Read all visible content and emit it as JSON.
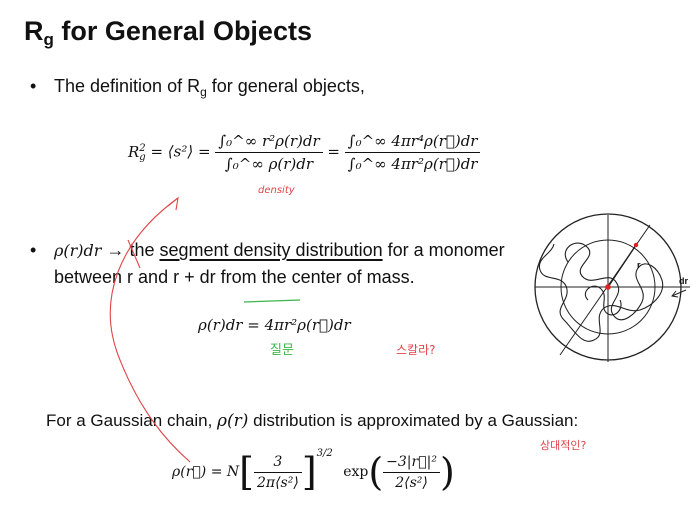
{
  "slide": {
    "title_main": "R",
    "title_sub": "g",
    "title_rest": " for General Objects",
    "bullet1": {
      "text_a": "The definition of R",
      "text_sub": "g",
      "text_b": " for general objects,"
    },
    "eq1": {
      "lhs": "R",
      "lhs_sub": "g",
      "lhs_sup": "2",
      "mid": " = ⟨s²⟩ = ",
      "frac1_num": "∫₀^∞ r²ρ(r)dr",
      "frac1_den": "∫₀^∞ ρ(r)dr",
      "equals": " = ",
      "frac2_num": "∫₀^∞ 4πr⁴ρ(r⃗)dr",
      "frac2_den": "∫₀^∞ 4πr²ρ(r⃗)dr"
    },
    "bullet2": {
      "math": "ρ(r)dr",
      "arrow": " → ",
      "text_a": "the ",
      "text_u": "segment density distribution",
      "text_b": " for a monomer",
      "line2": "between r and r + dr from the center of mass."
    },
    "eq2": "ρ(r)dr = 4πr²ρ(r⃗)dr",
    "gaussian_line": {
      "text_a": "For a Gaussian chain, ",
      "math": "ρ(r)",
      "text_b": " distribution is approximated by a Gaussian:"
    },
    "eq3": {
      "lhs": "ρ(r⃗) = N",
      "frac_num": "3",
      "frac_den": "2π⟨s²⟩",
      "power": "3/2",
      "exp": "exp",
      "exp_num": "−3|r⃗|²",
      "exp_den": "2⟨s²⟩"
    },
    "diagram": {
      "label_r": "r",
      "label_dr": "dr"
    },
    "annotations": {
      "density": "density",
      "note_green": "질문",
      "note_red1": "스칼라?",
      "note_red2": "상대적인?"
    }
  },
  "colors": {
    "annotation_red": "#e0454a",
    "annotation_green": "#3ab54a",
    "center_point": "#e02020"
  }
}
